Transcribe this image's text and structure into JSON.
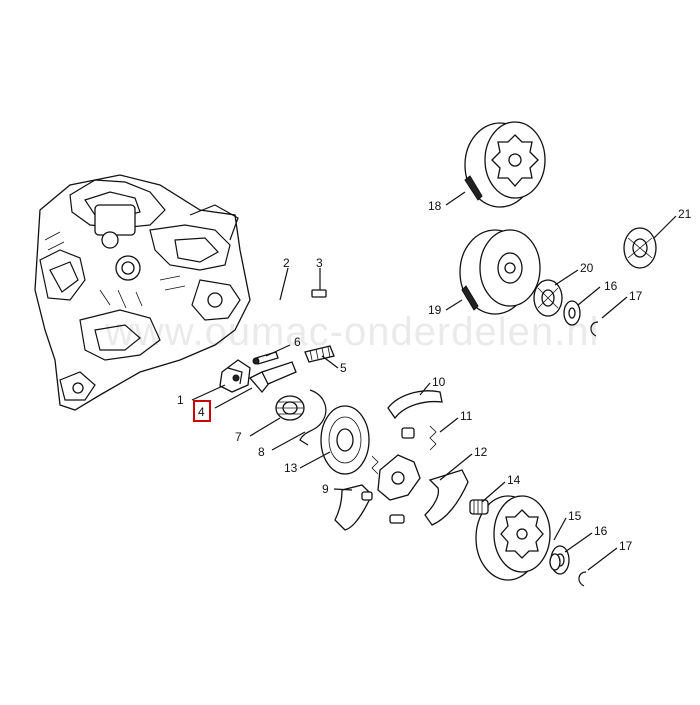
{
  "watermark": "www.oumac-onderdelen.nl",
  "highlight_color": "#cc0000",
  "callouts": [
    {
      "id": "1",
      "label": "1"
    },
    {
      "id": "2",
      "label": "2"
    },
    {
      "id": "3",
      "label": "3"
    },
    {
      "id": "4",
      "label": "4",
      "highlighted": true
    },
    {
      "id": "5",
      "label": "5"
    },
    {
      "id": "6",
      "label": "6"
    },
    {
      "id": "7",
      "label": "7"
    },
    {
      "id": "8",
      "label": "8"
    },
    {
      "id": "9",
      "label": "9"
    },
    {
      "id": "10",
      "label": "10"
    },
    {
      "id": "11",
      "label": "11"
    },
    {
      "id": "12",
      "label": "12"
    },
    {
      "id": "13",
      "label": "13"
    },
    {
      "id": "14",
      "label": "14"
    },
    {
      "id": "15",
      "label": "15"
    },
    {
      "id": "16a",
      "label": "16"
    },
    {
      "id": "16b",
      "label": "16"
    },
    {
      "id": "17a",
      "label": "17"
    },
    {
      "id": "17b",
      "label": "17"
    },
    {
      "id": "18",
      "label": "18"
    },
    {
      "id": "19",
      "label": "19"
    },
    {
      "id": "20",
      "label": "20"
    },
    {
      "id": "21",
      "label": "21"
    }
  ]
}
